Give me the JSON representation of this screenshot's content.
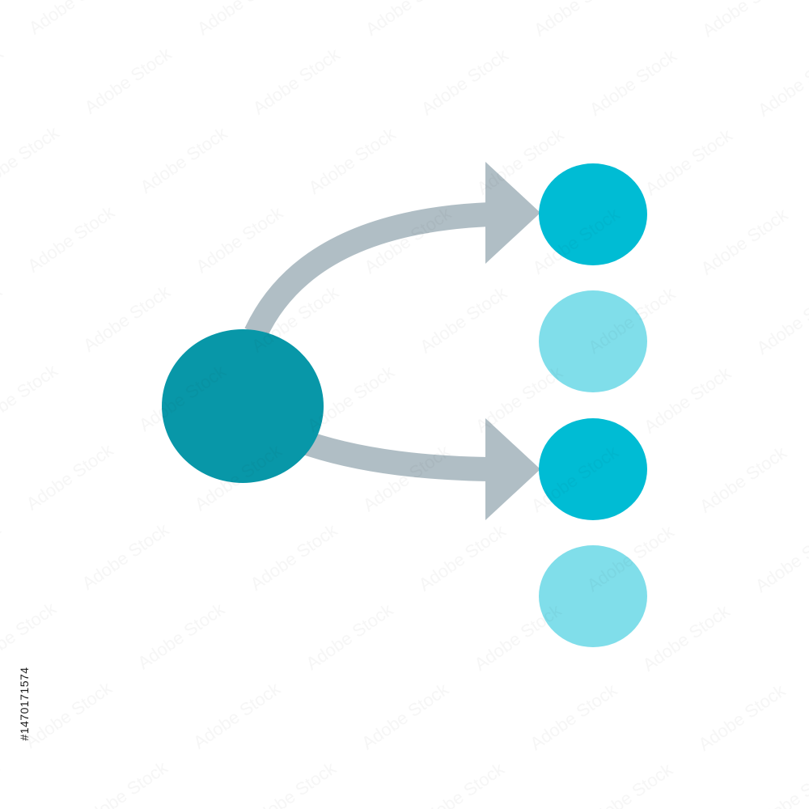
{
  "diagram": {
    "icon": "branching-flow-icon",
    "colors": {
      "source_node": "#0897a8",
      "target_active": "#00bcd4",
      "target_inactive": "#80deea",
      "arrow": "#b0bec5",
      "background": "#ffffff"
    },
    "nodes": [
      {
        "id": "source",
        "role": "source",
        "state": "active"
      },
      {
        "id": "target-1",
        "role": "target",
        "state": "active"
      },
      {
        "id": "target-2",
        "role": "target",
        "state": "inactive"
      },
      {
        "id": "target-3",
        "role": "target",
        "state": "active"
      },
      {
        "id": "target-4",
        "role": "target",
        "state": "inactive"
      }
    ],
    "edges": [
      {
        "from": "source",
        "to": "target-1"
      },
      {
        "from": "source",
        "to": "target-3"
      }
    ]
  },
  "watermark": {
    "text": "Adobe Stock",
    "stock_id": "#1470171574"
  }
}
